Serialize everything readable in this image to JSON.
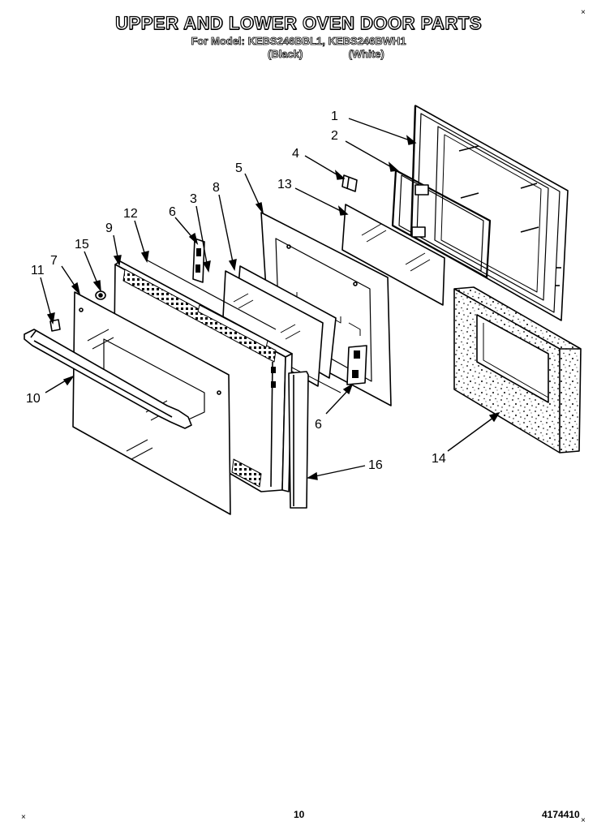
{
  "header": {
    "title": "UPPER AND LOWER OVEN DOOR PARTS",
    "model_line": "For Model: KEBS246BBL1, KEBS246BWH1",
    "variant_black": "(Black)",
    "variant_white": "(White)"
  },
  "footer": {
    "page_number": "10",
    "doc_number": "4174410"
  },
  "corner_marks": {
    "top_right": "×",
    "bottom_left": "×",
    "bottom_right": "×"
  },
  "part_labels": [
    "1",
    "2",
    "3",
    "4",
    "5",
    "6",
    "6",
    "7",
    "8",
    "9",
    "10",
    "11",
    "12",
    "13",
    "14",
    "15",
    "16"
  ]
}
